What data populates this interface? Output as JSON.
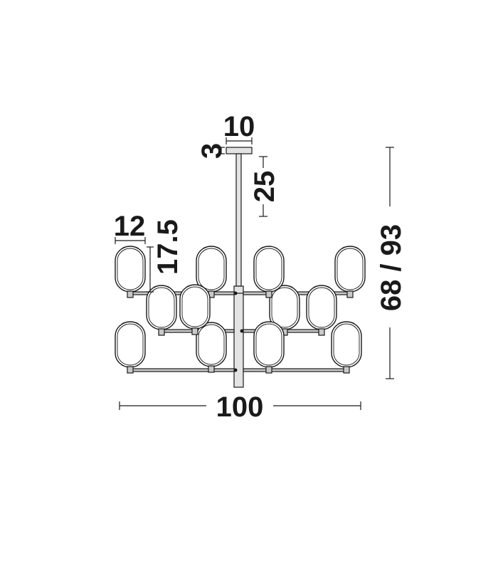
{
  "dimensions": {
    "canopy_width": "10",
    "canopy_height": "3",
    "rod_length": "25",
    "globe_width": "12",
    "globe_height": "17.5",
    "total_height": "68 / 93",
    "total_width": "100"
  },
  "colors": {
    "line": "#1a1a1a",
    "shade": "#c9c9c9",
    "background": "#ffffff"
  }
}
